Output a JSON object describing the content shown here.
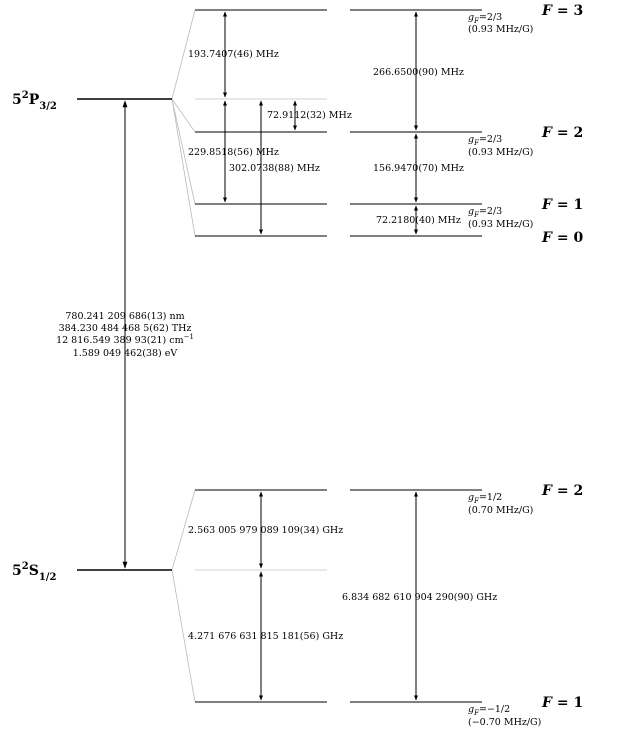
{
  "states": {
    "excited": {
      "principal": "5",
      "superscript": "2",
      "letter": "P",
      "subscript": "3/2"
    },
    "ground": {
      "principal": "5",
      "superscript": "2",
      "letter": "S",
      "subscript": "1/2"
    }
  },
  "transition": {
    "lines": [
      "780.241 209 686(13) nm",
      "384.230 484 468 5(62) THz",
      "12 816.549 389 93(21) cm",
      "1.589 049 462(38) eV"
    ],
    "cm_superscript": "−1"
  },
  "excited_levels": [
    {
      "f_symbol": "F",
      "f_value": "3",
      "g_symbol": "g",
      "g_sub": "F",
      "g_value": "=2/3",
      "zeeman": "(0.93 MHz/G)"
    },
    {
      "f_symbol": "F",
      "f_value": "2",
      "g_symbol": "g",
      "g_sub": "F",
      "g_value": "=2/3",
      "zeeman": "(0.93 MHz/G)"
    },
    {
      "f_symbol": "F",
      "f_value": "1",
      "g_symbol": "g",
      "g_sub": "F",
      "g_value": "=2/3",
      "zeeman": "(0.93 MHz/G)"
    },
    {
      "f_symbol": "F",
      "f_value": "0"
    }
  ],
  "excited_offsets": [
    "193.7407(46) MHz",
    "72.9112(32) MHz",
    "229.8518(56) MHz",
    "302.0738(88) MHz"
  ],
  "excited_splittings": [
    "266.6500(90) MHz",
    "156.9470(70) MHz",
    "72.2180(40) MHz"
  ],
  "ground_levels": [
    {
      "f_symbol": "F",
      "f_value": "2",
      "g_symbol": "g",
      "g_sub": "F",
      "g_value": "=1/2",
      "zeeman": "(0.70 MHz/G)"
    },
    {
      "f_symbol": "F",
      "f_value": "1",
      "g_symbol": "g",
      "g_sub": "F",
      "g_value": "=−1/2",
      "zeeman": "(−0.70 MHz/G)"
    }
  ],
  "ground_offsets": [
    "2.563 005 979 089 109(34) GHz",
    "4.271 676 631 815 181(56) GHz"
  ],
  "ground_splitting": "6.834 682 610 904 290(90) GHz"
}
